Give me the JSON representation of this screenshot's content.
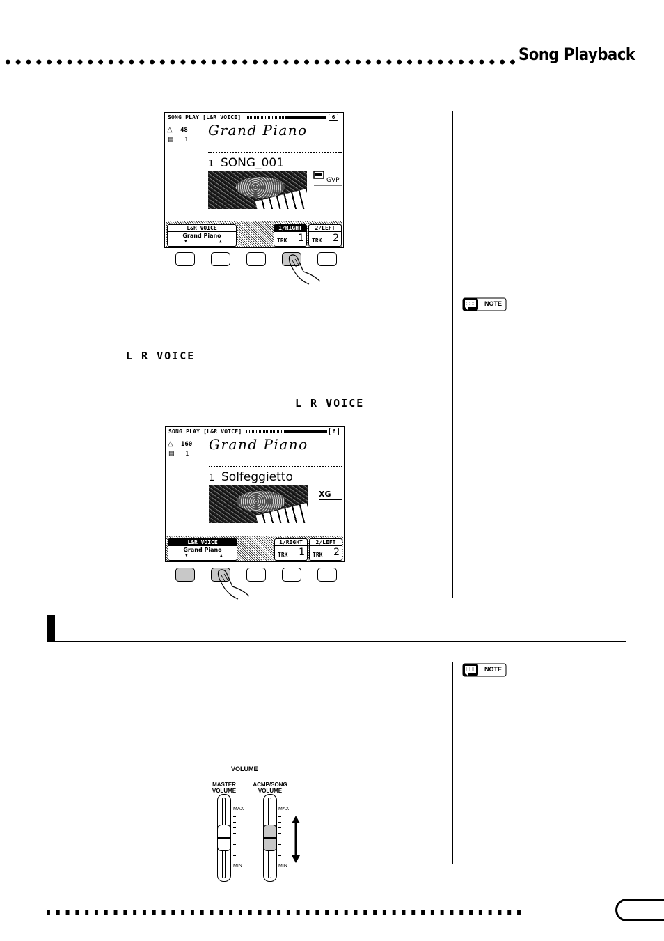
{
  "header": {
    "section_title": "Song Playback"
  },
  "screen1": {
    "title_line": "SONG PLAY [L&R VOICE]",
    "page": "6",
    "tempo": "48",
    "measure": "1",
    "voice": "Grand Piano",
    "song_number": "1",
    "song_name": "SONG_001",
    "brand": "GVP",
    "lr_voice": {
      "label": "L&R VOICE",
      "value": "Grand Piano"
    },
    "track1": {
      "label": "1/RIGHT",
      "trk": "TRK",
      "num": "1"
    },
    "track2": {
      "label": "2/LEFT",
      "trk": "TRK",
      "num": "2"
    }
  },
  "screen2": {
    "title_line": "SONG PLAY [L&R VOICE]",
    "page": "6",
    "tempo": "160",
    "measure": "1",
    "voice": "Grand Piano",
    "song_number": "1",
    "song_name": "Solfeggietto",
    "brand": "XG",
    "lr_voice": {
      "label": "L&R VOICE",
      "value": "Grand Piano"
    },
    "track1": {
      "label": "1/RIGHT",
      "trk": "TRK",
      "num": "1"
    },
    "track2": {
      "label": "2/LEFT",
      "trk": "TRK",
      "num": "2"
    }
  },
  "body_labels": {
    "lr_voice_1": "L R VOICE",
    "lr_voice_2": "L R VOICE"
  },
  "notes": {
    "note1": "NOTE",
    "note2": "NOTE"
  },
  "volume": {
    "title": "VOLUME",
    "master": "MASTER\nVOLUME",
    "acmp": "ACMP/SONG\nVOLUME",
    "max": "MAX",
    "min": "MIN"
  }
}
